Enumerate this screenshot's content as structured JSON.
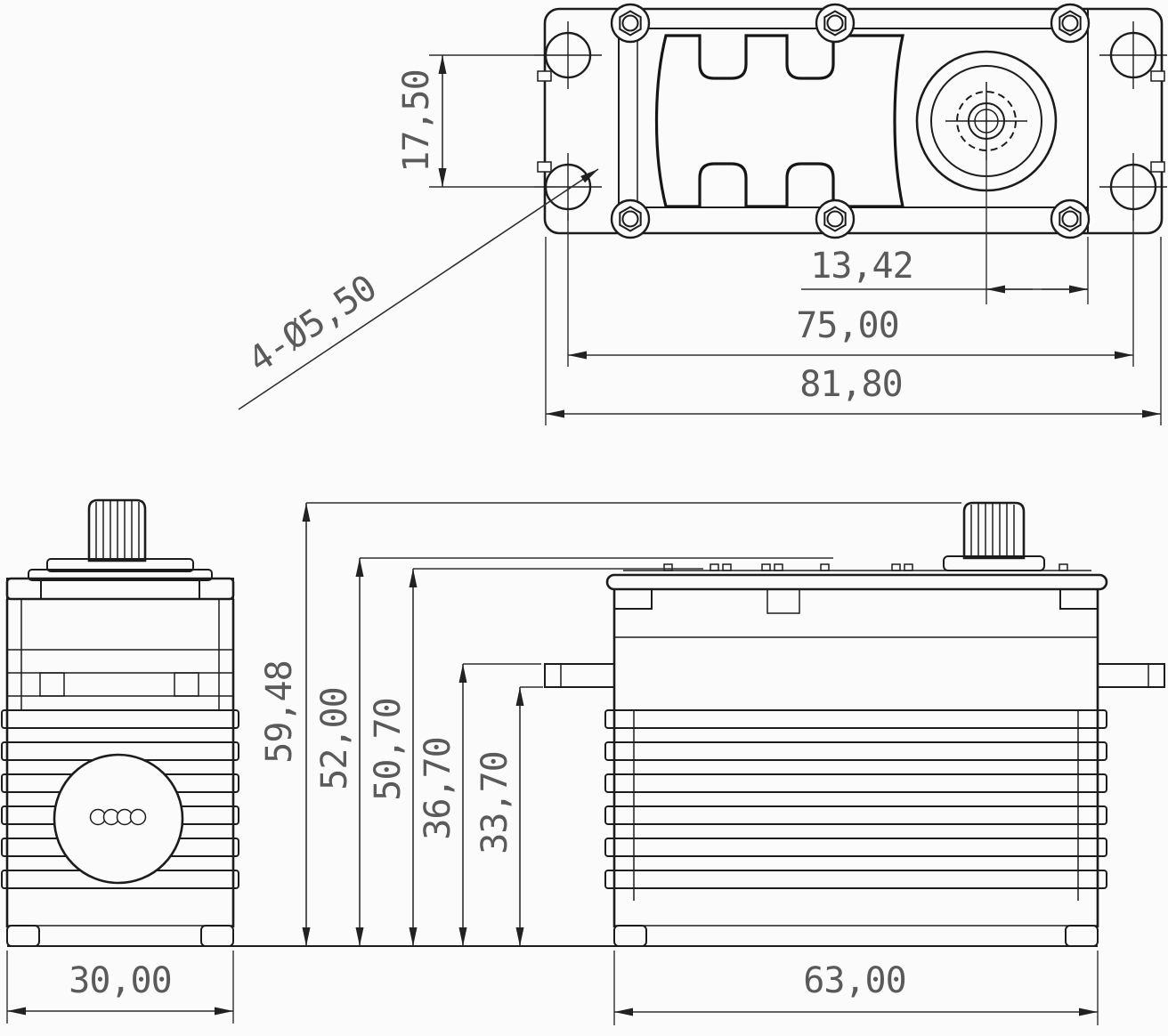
{
  "drawing": {
    "type": "technical-dimension-drawing",
    "subject": "servo-motor-three-view",
    "colors": {
      "background": "#fbfbfb",
      "line": "#1c1c1c",
      "dimension_line": "#2e2e2e",
      "label": "#5a5a5a"
    },
    "dimensions": {
      "hole_pitch_vertical": "17,50",
      "mounting_hole_callout": "4-Ø5,50",
      "shaft_to_case_edge": "13,42",
      "hole_pitch_horizontal": "75,00",
      "flange_overall_length": "81,80",
      "case_width": "30,00",
      "overall_height": "59,48",
      "height_to_case_top": "52,00",
      "height_to_upper_shoulder": "50,70",
      "height_to_flange_top": "36,70",
      "height_to_flange_bottom": "33,70",
      "case_length": "63,00"
    }
  }
}
